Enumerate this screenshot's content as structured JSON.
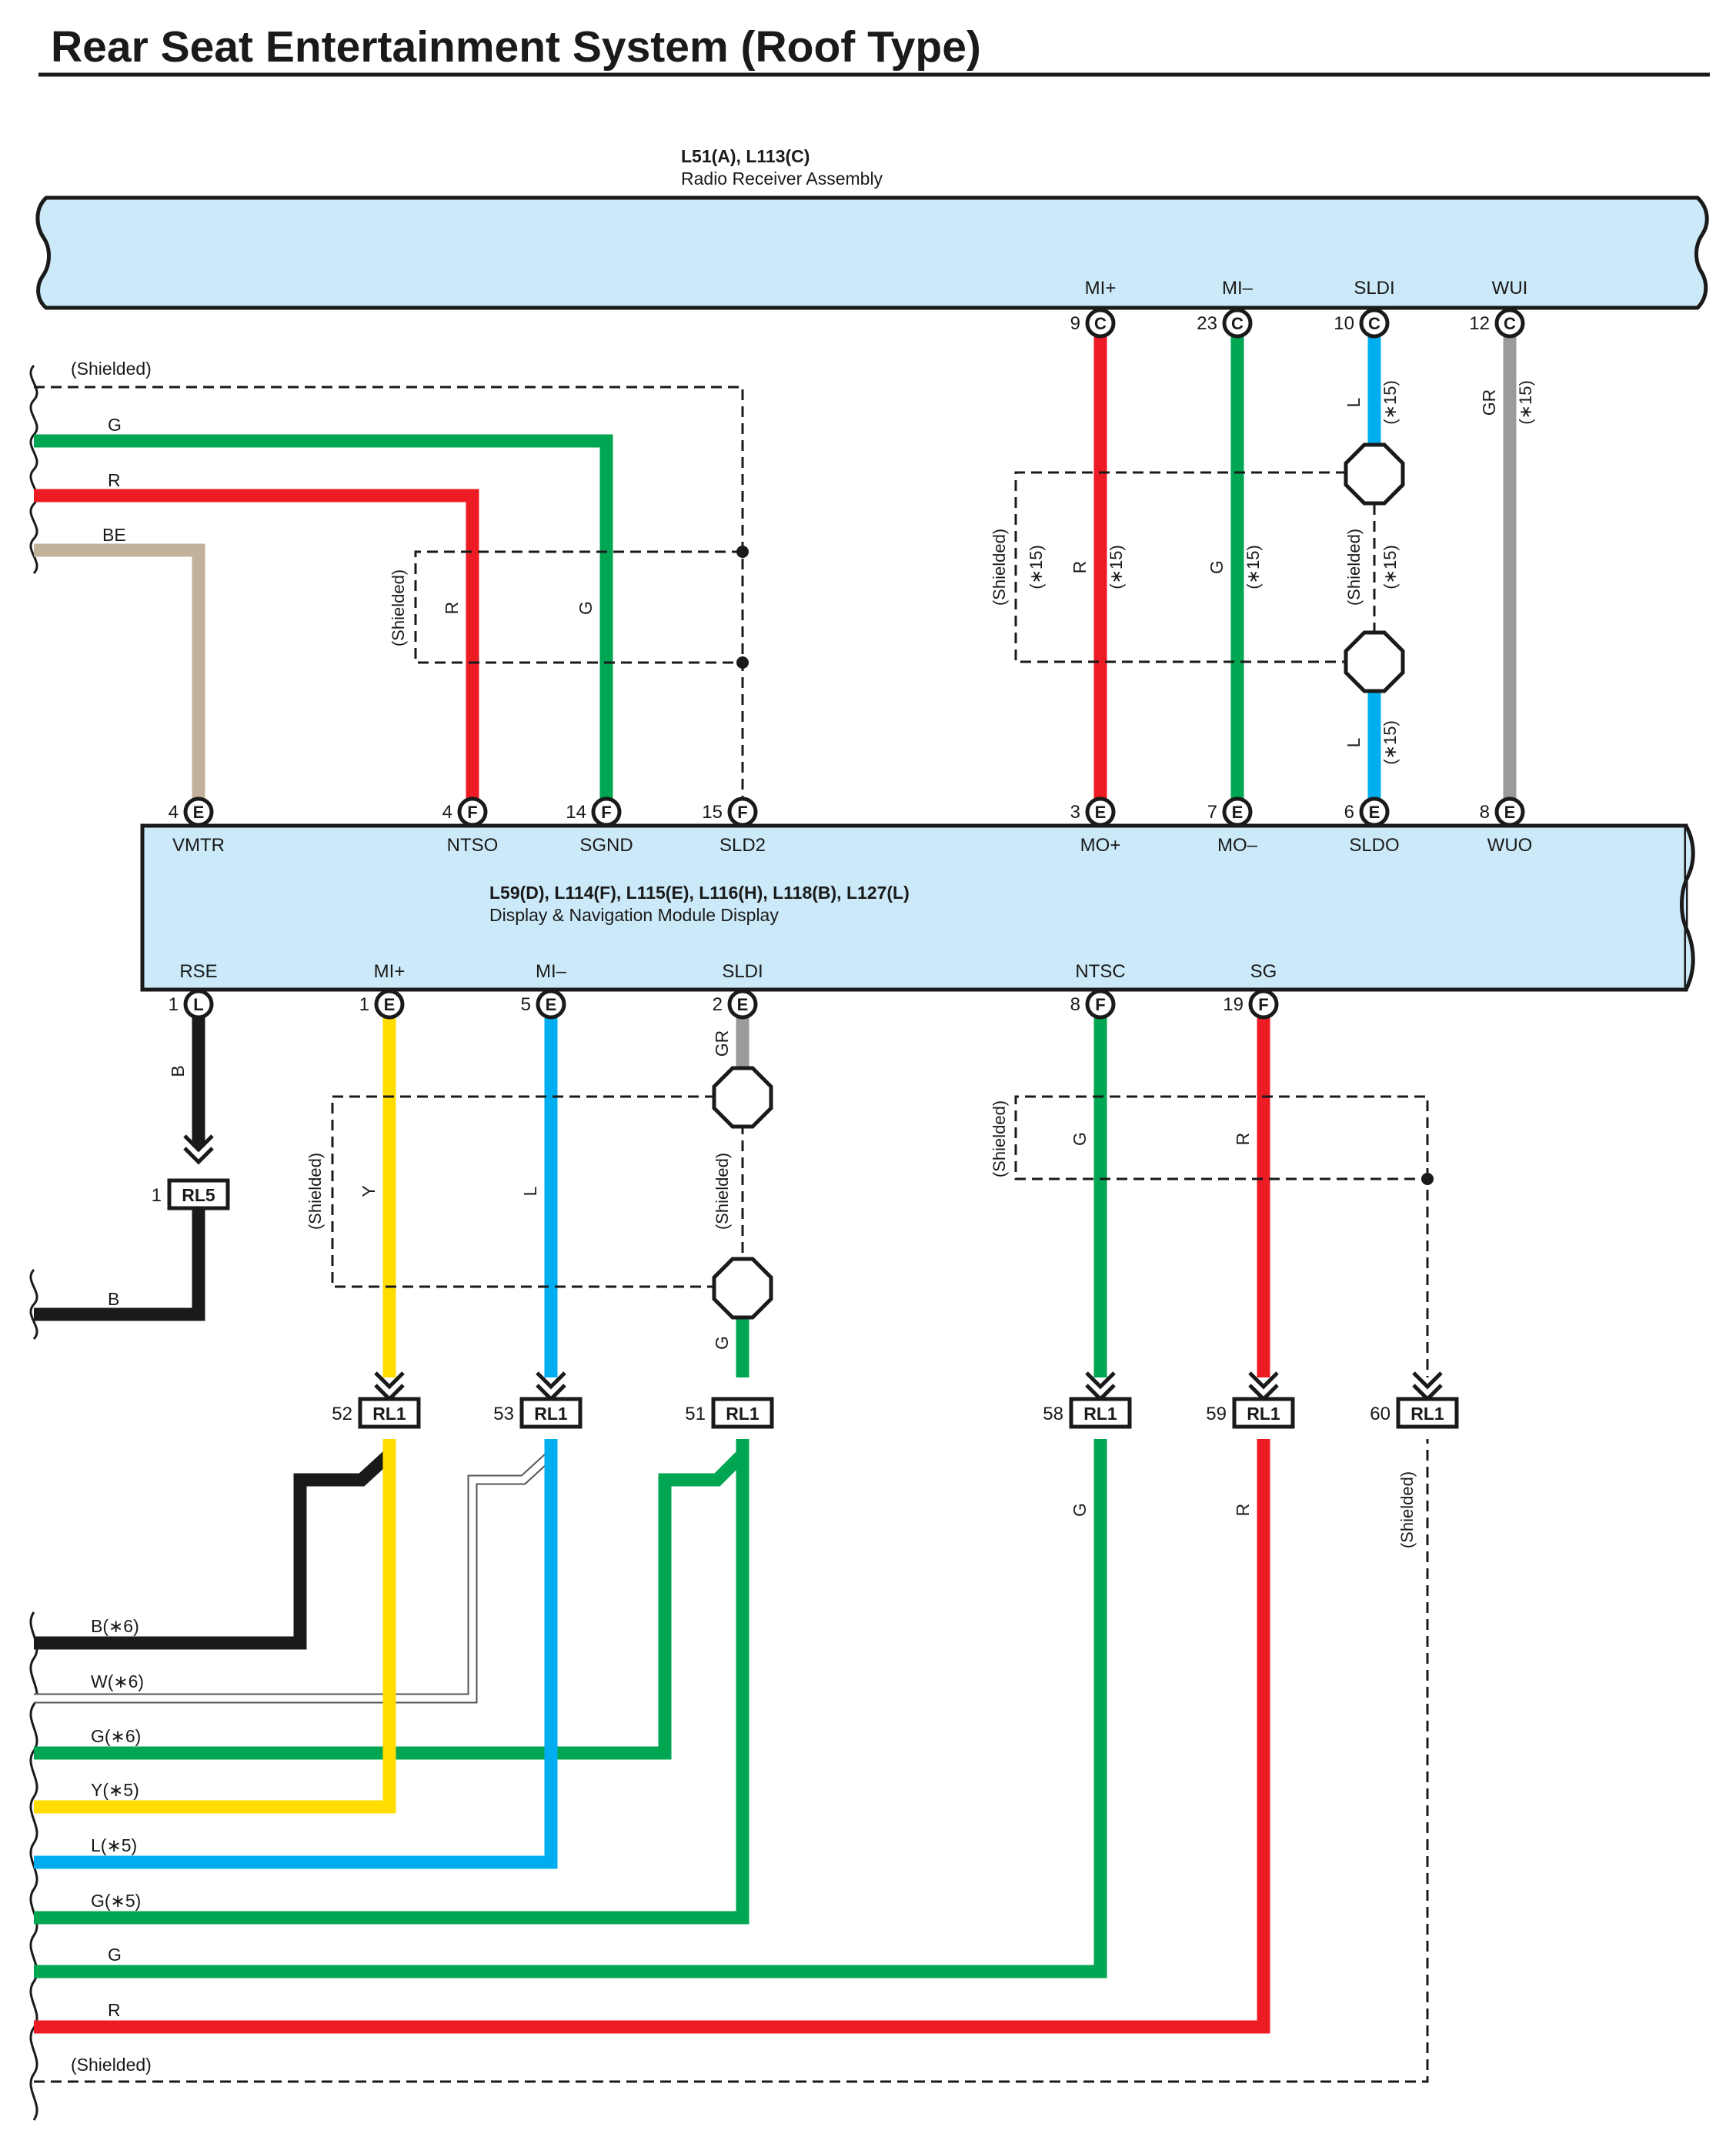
{
  "title": "Rear Seat Entertainment System (Roof Type)",
  "colors": {
    "G": "#00a651",
    "R": "#ed1c24",
    "BE": "#c2b19b",
    "L": "#00aeef",
    "GR": "#9b9b9b",
    "Y": "#ffdd00",
    "B": "#1a1a1a",
    "W": "#ffffff",
    "assembly_fill": "#cbe9f8"
  },
  "assemblies": {
    "radio": {
      "id": "L51(A), L113(C)",
      "name": "Radio Receiver Assembly"
    },
    "display": {
      "id": "L59(D), L114(F), L115(E), L116(H), L118(B), L127(L)",
      "name": "Display & Navigation Module Display"
    }
  },
  "radio_pins": [
    {
      "name": "MI+",
      "num": "9",
      "conn": "C"
    },
    {
      "name": "MI–",
      "num": "23",
      "conn": "C"
    },
    {
      "name": "SLDI",
      "num": "10",
      "conn": "C"
    },
    {
      "name": "WUI",
      "num": "12",
      "conn": "C"
    }
  ],
  "display_top_pins": [
    {
      "name": "VMTR",
      "num": "4",
      "conn": "E"
    },
    {
      "name": "NTSO",
      "num": "4",
      "conn": "F"
    },
    {
      "name": "SGND",
      "num": "14",
      "conn": "F"
    },
    {
      "name": "SLD2",
      "num": "15",
      "conn": "F"
    },
    {
      "name": "MO+",
      "num": "3",
      "conn": "E"
    },
    {
      "name": "MO–",
      "num": "7",
      "conn": "E"
    },
    {
      "name": "SLDO",
      "num": "6",
      "conn": "E"
    },
    {
      "name": "WUO",
      "num": "8",
      "conn": "E"
    }
  ],
  "display_bottom_pins": [
    {
      "name": "RSE",
      "num": "1",
      "conn": "L"
    },
    {
      "name": "MI+",
      "num": "1",
      "conn": "E"
    },
    {
      "name": "MI–",
      "num": "5",
      "conn": "E"
    },
    {
      "name": "SLDI",
      "num": "2",
      "conn": "E"
    },
    {
      "name": "NTSC",
      "num": "8",
      "conn": "F"
    },
    {
      "name": "SG",
      "num": "19",
      "conn": "F"
    }
  ],
  "connectors": [
    {
      "pin": "1",
      "name": "RL5"
    },
    {
      "pin": "52",
      "name": "RL1"
    },
    {
      "pin": "53",
      "name": "RL1"
    },
    {
      "pin": "51",
      "name": "RL1"
    },
    {
      "pin": "58",
      "name": "RL1"
    },
    {
      "pin": "59",
      "name": "RL1"
    },
    {
      "pin": "60",
      "name": "RL1"
    }
  ],
  "left_top_wires": [
    "(Shielded)",
    "G",
    "R",
    "BE"
  ],
  "left_bottom_wire": "B",
  "bottom_wires": [
    "B(∗6)",
    "W(∗6)",
    "G(∗6)",
    "Y(∗5)",
    "L(∗5)",
    "G(∗5)",
    "G",
    "R",
    "(Shielded)"
  ],
  "wire_labels": {
    "R": "R",
    "G": "G",
    "L": "L",
    "GR": "GR",
    "Y": "Y",
    "B": "B",
    "star15": "(∗15)",
    "shielded": "(Shielded)"
  }
}
